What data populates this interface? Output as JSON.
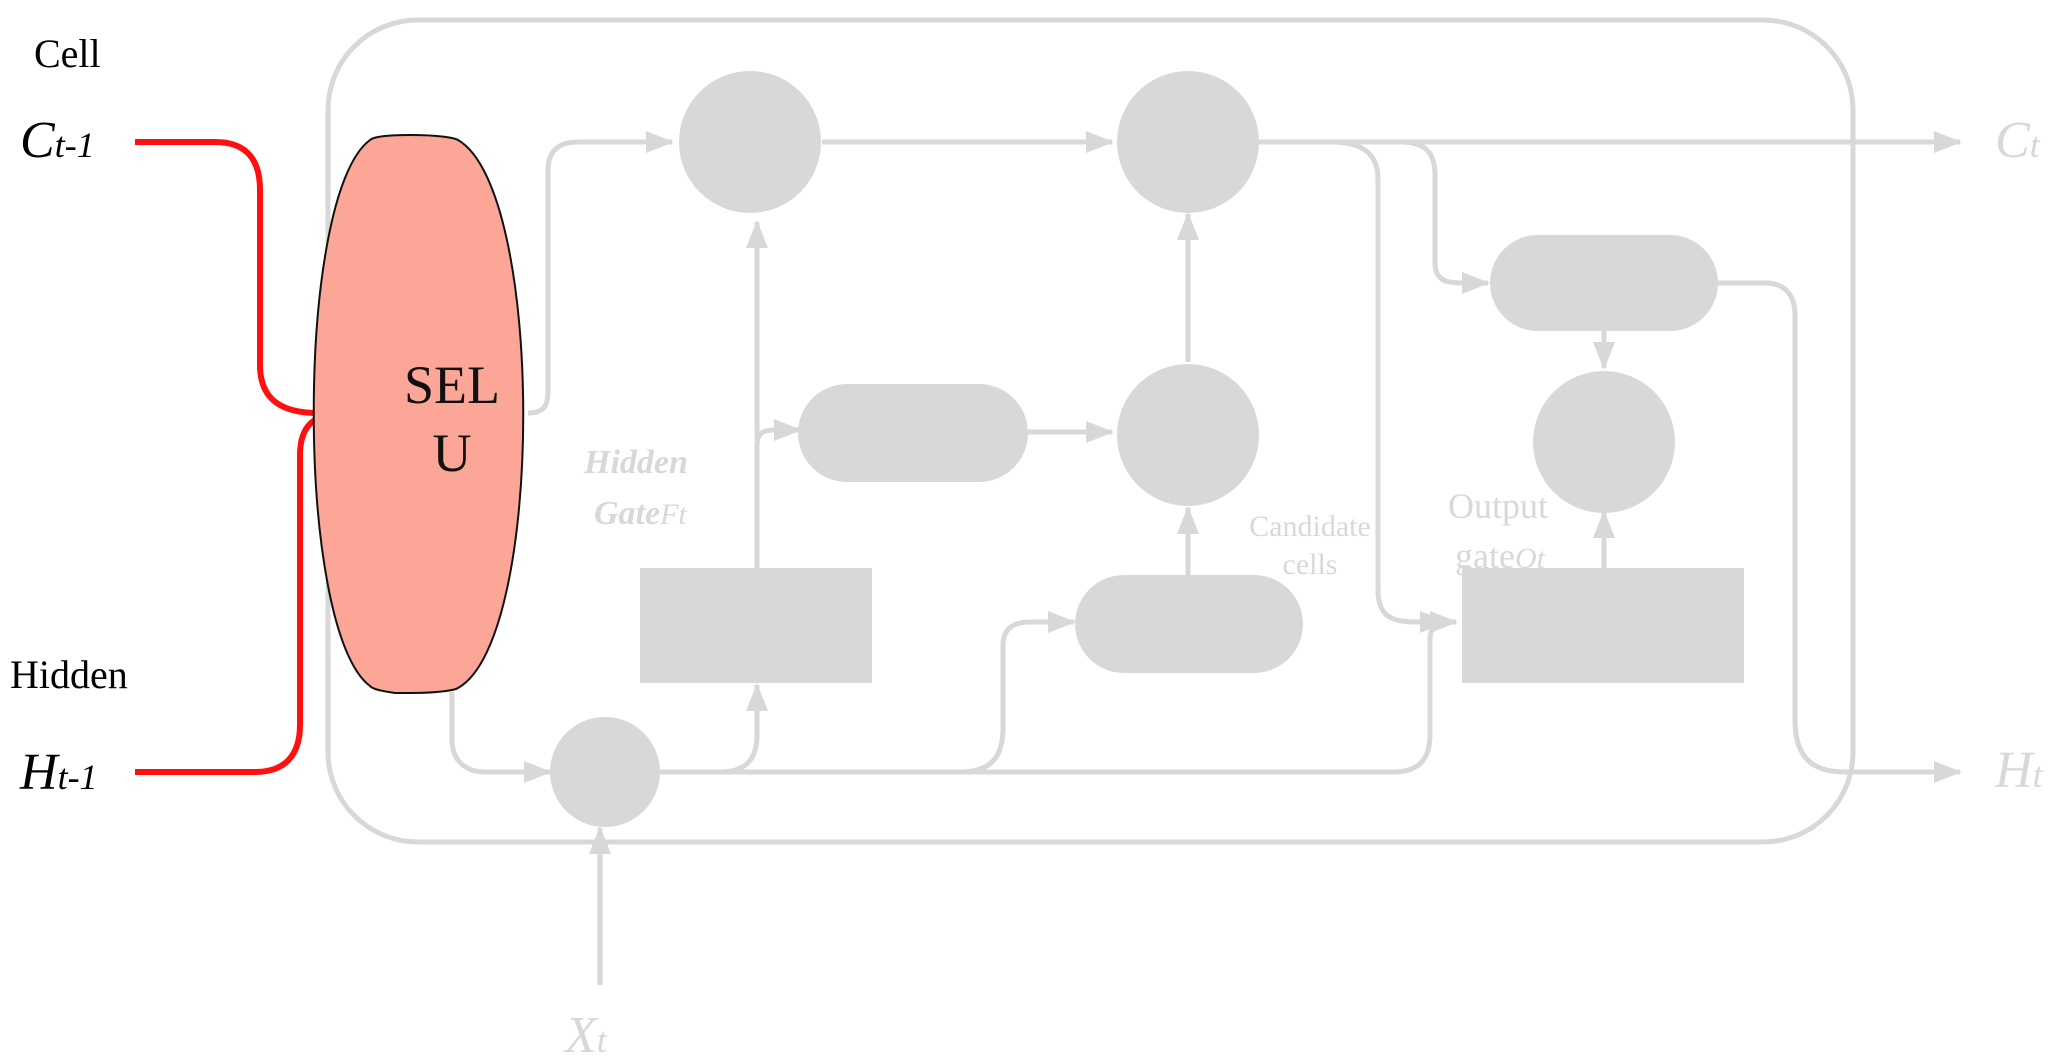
{
  "colors": {
    "highlight_line": "#ff1010",
    "selu_fill": "#fba696",
    "inactive": "#d8d8d8",
    "text_dark": "#000000"
  },
  "inputs": {
    "cell_label": "Cell",
    "cell_symbol": "C",
    "cell_subscript": "t-1",
    "hidden_label": "Hidden",
    "hidden_symbol": "H",
    "hidden_subscript": "t-1",
    "x_symbol": "X",
    "x_subscript": "t"
  },
  "selu": {
    "line1": "SEL",
    "line2": "U"
  },
  "gates": {
    "hidden_gate_line1": "Hidden",
    "hidden_gate_line2": "Gate",
    "hidden_gate_symbol": "Ft",
    "candidate_line1": "Candidate",
    "candidate_line2": "cells",
    "output_line1": "Output",
    "output_line2": "gate",
    "output_symbol": "Ot"
  },
  "outputs": {
    "cell_symbol": "C",
    "cell_subscript": "t",
    "hidden_symbol": "H",
    "hidden_subscript": "t"
  }
}
